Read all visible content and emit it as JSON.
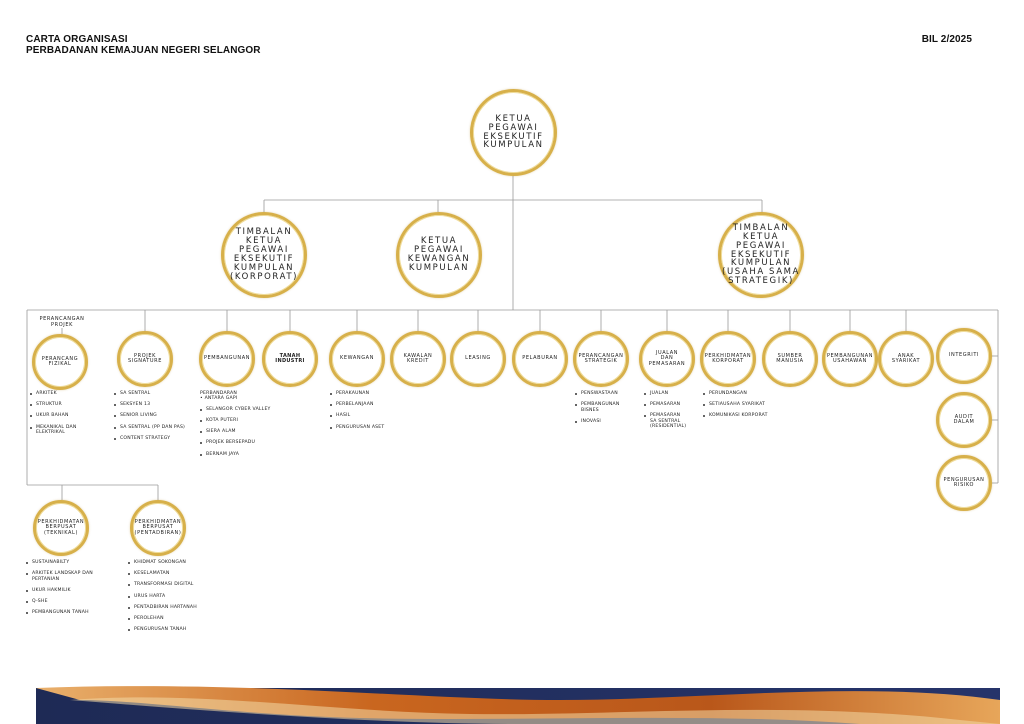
{
  "header": {
    "title_line1": "CARTA ORGANISASI",
    "title_line2": "PERBADANAN KEMAJUAN NEGERI SELANGOR",
    "bil": "BIL 2/2025"
  },
  "colors": {
    "gold": "#d7b04a",
    "navy": "#1f2a52",
    "orange": "#c2611c",
    "line": "#9a9a9a"
  },
  "top": {
    "ceo": "KETUA\nPEGAWAI\nEKSEKUTIF\nKUMPULAN"
  },
  "level2": {
    "deputy_korporat": "TIMBALAN\nKETUA\nPEGAWAI\nEKSEKUTIF\nKUMPULAN\n(KORPORAT)",
    "cfo": "KETUA\nPEGAWAI\nKEWANGAN\nKUMPULAN",
    "deputy_strategik": "TIMBALAN\nKETUA\nPEGAWAI\nEKSEKUTIF\nKUMPULAN\n(USAHA SAMA\nSTRATEGIK)"
  },
  "perancangan_projek_label": "PERANCANGAN\nPROJEK",
  "divisions": {
    "perancang_fizikal": {
      "name": "PERANCANG\nFIZIKAL",
      "items": [
        "ARKITEK",
        "STRUKTUR",
        "UKUR BAHAN",
        "MEKANIKAL DAN\nELEKTRIKAL"
      ]
    },
    "projek_signature": {
      "name": "PROJEK\nSIGNATURE",
      "items": [
        "SA SENTRAL",
        "SEKSYEN 13",
        "SENIOR LIVING",
        "SA SENTRAL (PP DAN PAS)",
        "CONTENT STRATEGY"
      ]
    },
    "pembangunan": {
      "name": "PEMBANGUNAN",
      "intro": "PERBANDARAN\n• ANTARA GAPI",
      "items": [
        "SELANGOR CYBER VALLEY",
        "KOTA PUTERI",
        "SIERA ALAM",
        "PROJEK BERSEPADU",
        "BERNAM JAYA"
      ]
    },
    "tanah_industri": {
      "name": "TANAH\nINDUSTRI"
    },
    "kewangan": {
      "name": "KEWANGAN",
      "items": [
        "PERAKAUNAN",
        "PERBELANJAAN",
        "HASIL",
        "PENGURUSAN ASET"
      ]
    },
    "kawalan_kredit": {
      "name": "KAWALAN\nKREDIT"
    },
    "leasing": {
      "name": "LEASING"
    },
    "pelaburan": {
      "name": "PELABURAN"
    },
    "perancangan_strategik": {
      "name": "PERANCANGAN\nSTRATEGIK",
      "items": [
        "PENSWASTAAN",
        "PEMBANGUNAN\nBISNES",
        "INOVASI"
      ]
    },
    "jualan_pemasaran": {
      "name": "JUALAN\nDAN\nPEMASARAN",
      "items": [
        "JUALAN",
        "PEMASARAN",
        "PEMASARAN\nSA SENTRAL\n(RESIDENTIAL)"
      ]
    },
    "perkhidmatan_korporat": {
      "name": "PERKHIDMATAN\nKORPORAT",
      "items": [
        "PERUNDANGAN",
        "SETIAUSAHA SYARIKAT",
        "KOMUNIKASI KORPORAT"
      ]
    },
    "sumber_manusia": {
      "name": "SUMBER\nMANUSIA"
    },
    "pembangunan_usahawan": {
      "name": "PEMBANGUNAN\nUSAHAWAN"
    },
    "anak_syarikat": {
      "name": "ANAK\nSYARIKAT"
    },
    "integriti": {
      "name": "INTEGRITI"
    },
    "audit_dalam": {
      "name": "AUDIT\nDALAM"
    },
    "pengurusan_risiko": {
      "name": "PENGURUSAN\nRISIKO"
    },
    "ppb_teknikal": {
      "name": "PERKHIDMATAN\nBERPUSAT\n(TEKNIKAL)",
      "items": [
        "SUSTAINABILTY",
        "ARKITEK LANDSKAP DAN\nPERTANIAN",
        "UKUR HAKMILIK",
        "Q-SHE",
        "PEMBANGUNAN TANAH"
      ]
    },
    "ppb_pentadbiran": {
      "name": "PERKHIDMATAN\nBERPUSAT\n(PENTADBIRAN)",
      "items": [
        "KHIDMAT SOKONGAN",
        "KESELAMATAN",
        "TRANSFORMASI DIGITAL",
        "URUS HARTA",
        "PENTADBIRAN HARTANAH",
        "PEROLEHAN",
        "PENGURUSAN TANAH"
      ]
    }
  }
}
